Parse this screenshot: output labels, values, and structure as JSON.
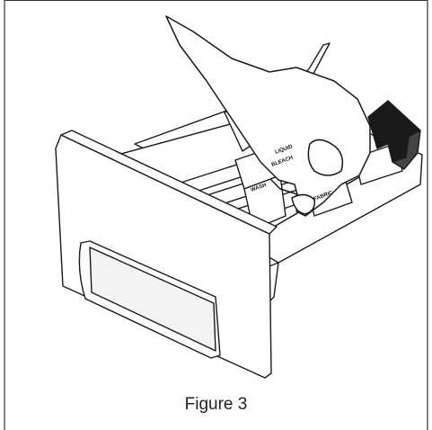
{
  "figure": {
    "caption": "Figure 3",
    "compartment_labels": [
      "LIQUID",
      "BLEACH",
      "WASH",
      "FABRIC"
    ]
  }
}
